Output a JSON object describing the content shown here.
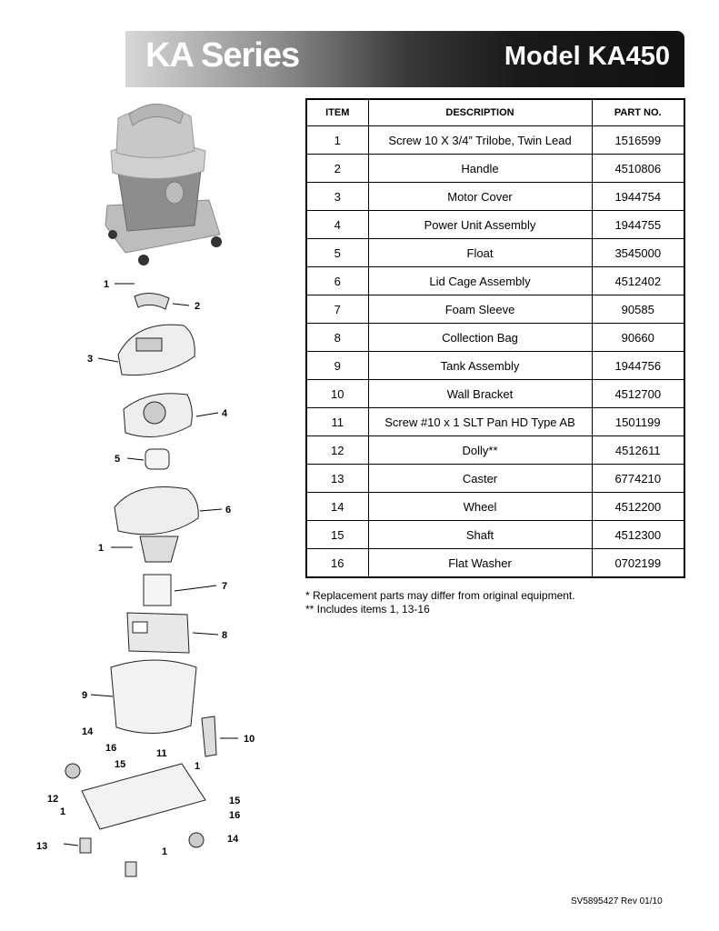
{
  "header": {
    "series": "KA Series",
    "model": "Model KA450"
  },
  "table": {
    "headers": {
      "item": "ITEM",
      "description": "DESCRIPTION",
      "part_no": "PART NO."
    },
    "rows": [
      {
        "item": "1",
        "description": "Screw 10 X 3/4” Trilobe, Twin Lead",
        "part_no": "1516599"
      },
      {
        "item": "2",
        "description": "Handle",
        "part_no": "4510806"
      },
      {
        "item": "3",
        "description": "Motor Cover",
        "part_no": "1944754"
      },
      {
        "item": "4",
        "description": "Power Unit Assembly",
        "part_no": "1944755"
      },
      {
        "item": "5",
        "description": "Float",
        "part_no": "3545000"
      },
      {
        "item": "6",
        "description": "Lid Cage Assembly",
        "part_no": "4512402"
      },
      {
        "item": "7",
        "description": "Foam Sleeve",
        "part_no": "90585"
      },
      {
        "item": "8",
        "description": "Collection Bag",
        "part_no": "90660"
      },
      {
        "item": "9",
        "description": "Tank Assembly",
        "part_no": "1944756"
      },
      {
        "item": "10",
        "description": "Wall Bracket",
        "part_no": "4512700"
      },
      {
        "item": "11",
        "description": "Screw #10 x 1 SLT Pan HD Type AB",
        "part_no": "1501199"
      },
      {
        "item": "12",
        "description": "Dolly**",
        "part_no": "4512611"
      },
      {
        "item": "13",
        "description": "Caster",
        "part_no": "6774210"
      },
      {
        "item": "14",
        "description": "Wheel",
        "part_no": "4512200"
      },
      {
        "item": "15",
        "description": "Shaft",
        "part_no": "4512300"
      },
      {
        "item": "16",
        "description": "Flat Washer",
        "part_no": "0702199"
      }
    ]
  },
  "notes": {
    "line1": "* Replacement parts may differ from original equipment.",
    "line2": "** Includes items 1, 13-16"
  },
  "footer": {
    "doc_code": "SV5895427 Rev 01/10"
  },
  "diagram": {
    "callouts": [
      "1",
      "2",
      "3",
      "4",
      "5",
      "6",
      "1",
      "7",
      "8",
      "9",
      "14",
      "16",
      "15",
      "11",
      "10",
      "1",
      "12",
      "1",
      "15",
      "16",
      "14",
      "13",
      "1"
    ]
  }
}
